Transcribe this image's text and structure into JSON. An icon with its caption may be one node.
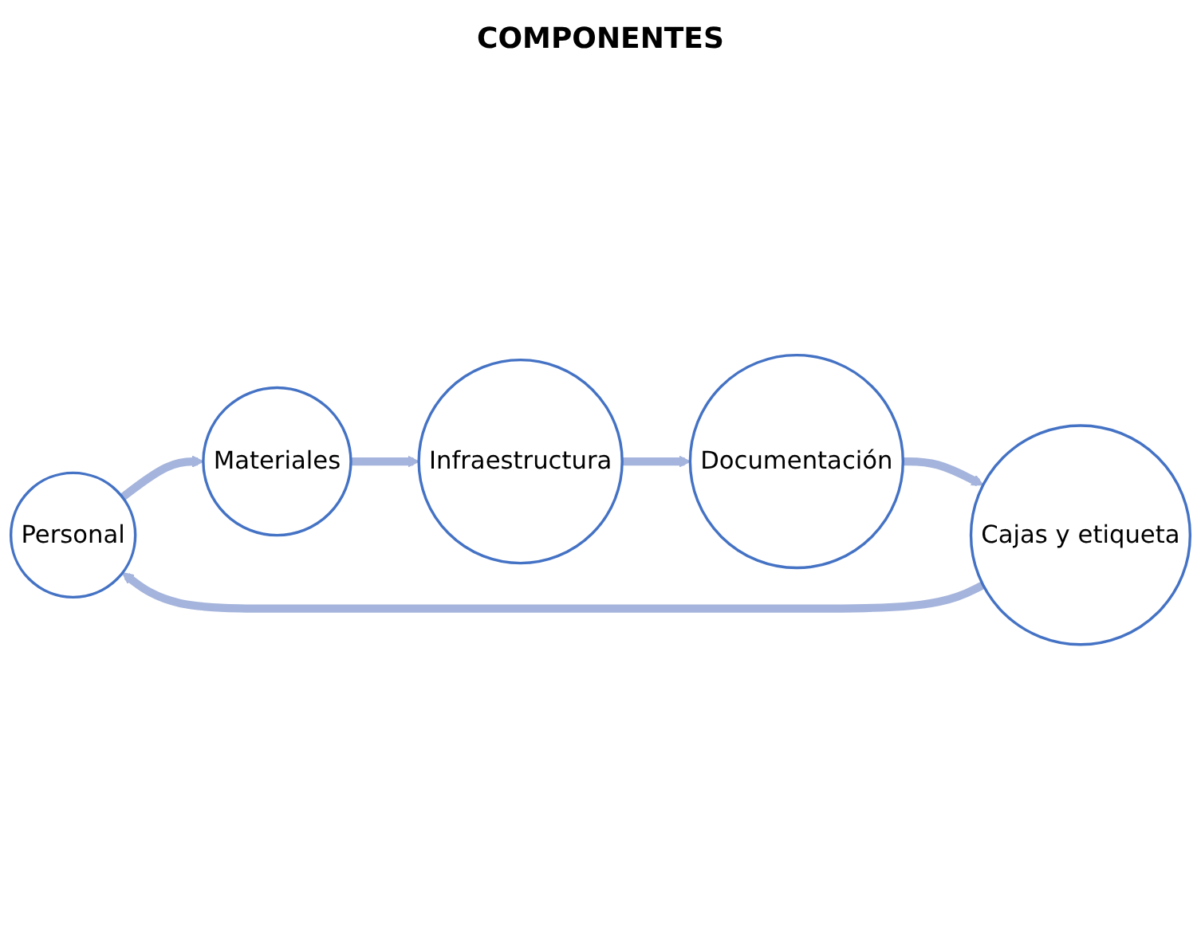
{
  "diagram": {
    "nodes": [
      {
        "text": [
          "Personal"
        ]
      },
      {
        "text": [
          "Materiales"
        ]
      },
      {
        "text": [
          "Infraestructura"
        ]
      },
      {
        "text": [
          "Documentación"
        ]
      },
      {
        "text": [
          "Cajas y etiqueta"
        ]
      }
    ],
    "edges": [
      {
        "from": 0,
        "to": 1,
        "arrow": "to"
      },
      {
        "from": 1,
        "to": 2,
        "arrow": "to"
      },
      {
        "from": 2,
        "to": 3,
        "arrow": "to"
      },
      {
        "from": 3,
        "to": 4,
        "arrow": "to"
      },
      {
        "from": 4,
        "to": 0,
        "arrow": "to"
      }
    ],
    "labels": [
      "COMPONENTES"
    ]
  }
}
